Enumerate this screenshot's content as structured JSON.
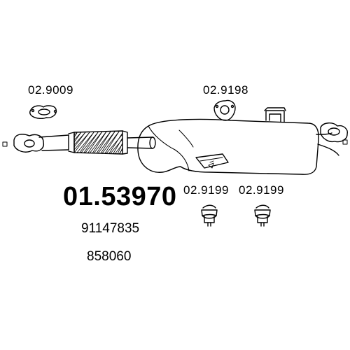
{
  "labels": {
    "gasket_front": "02.9009",
    "gasket_rear": "02.9198",
    "hanger_left": "02.9199",
    "hanger_right": "02.9199",
    "part_number": "01.53970",
    "oem_number_1": "91147835",
    "oem_number_2": "858060"
  },
  "colors": {
    "line": "#000000",
    "background": "#ffffff"
  }
}
